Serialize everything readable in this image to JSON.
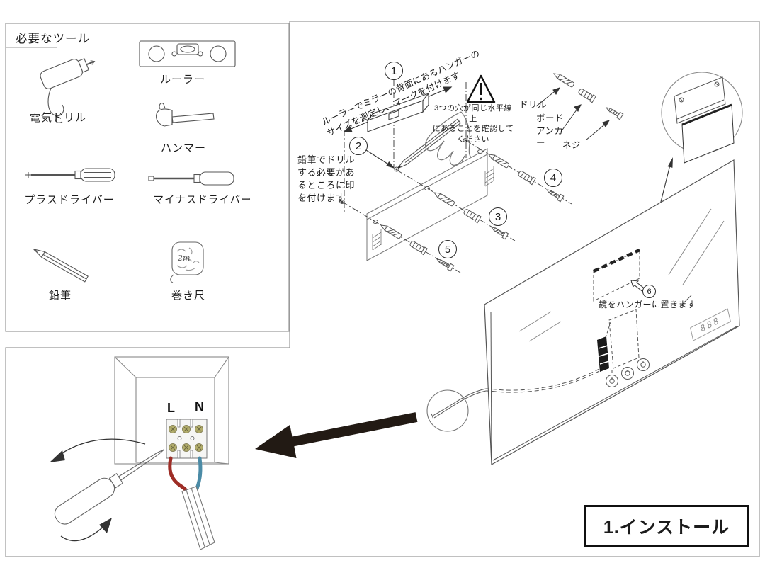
{
  "tools_panel": {
    "title": "必要なツール",
    "items": [
      {
        "name": "electric-drill",
        "label": "電気ドリル"
      },
      {
        "name": "level-ruler",
        "label": "ルーラー"
      },
      {
        "name": "hammer",
        "label": "ハンマー"
      },
      {
        "name": "phillips-screwdriver",
        "label": "プラスドライバー"
      },
      {
        "name": "flathead-screwdriver",
        "label": "マイナスドライバー"
      },
      {
        "name": "pencil",
        "label": "鉛筆"
      },
      {
        "name": "tape-measure",
        "label": "巻き尺",
        "size_label": "2m"
      }
    ]
  },
  "install_panel": {
    "section_label": "1.インストール",
    "step_numbers": [
      "1",
      "2",
      "3",
      "4",
      "5",
      "6"
    ],
    "measure_note": "ルーラーでミラーの背面にあるハンガーの\nサイズを測定し、マークを付けます",
    "pencil_note": "鉛筆でドリル\nする必要があ\nるところに印\nを付けます",
    "warning_note": "3つの穴が同じ水平線上\nにあることを確認して\nください",
    "part_labels": {
      "drill_bit": "ドリル",
      "board_anchor": "ボード\nアンカ\nー",
      "screw": "ネジ"
    },
    "hang_note": "鏡をハンガーに置きます",
    "display_digits": "888"
  },
  "wiring_panel": {
    "terminal_live": "L",
    "terminal_neutral": "N"
  },
  "colors": {
    "line_art": "#555555",
    "panel_border": "#9a9a9a",
    "live_wire_red": "#9e2d26",
    "neutral_wire_blue": "#4b8ba6",
    "terminal_screw_olive": "#b3ae6b",
    "big_arrow_black": "#221a14"
  }
}
